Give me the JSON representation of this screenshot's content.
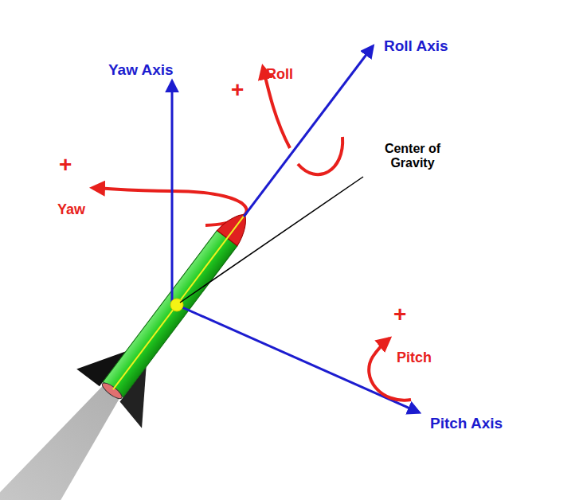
{
  "diagram": {
    "labels": [
      "Yaw Axis",
      "+",
      "Roll",
      "Roll Axis",
      "+",
      "Yaw",
      "Center of Gravity",
      "+",
      "Pitch",
      "Pitch Axis"
    ]
  }
}
